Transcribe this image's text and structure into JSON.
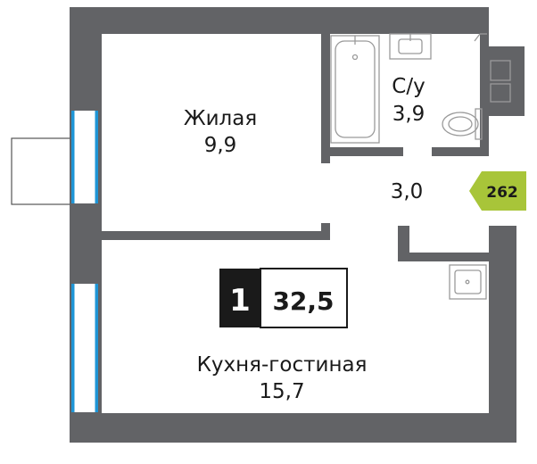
{
  "rooms": {
    "living": {
      "name": "Жилая",
      "area": "9,9"
    },
    "bathroom": {
      "name": "С/у",
      "area": "3,9"
    },
    "hall": {
      "area": "3,0"
    },
    "kitchen": {
      "name": "Кухня-гостиная",
      "area": "15,7"
    }
  },
  "summary": {
    "rooms_count": "1",
    "total_area": "32,5"
  },
  "badge": {
    "number": "262",
    "color": "#a8c539"
  },
  "colors": {
    "wall": "#626366",
    "window": "#1e95d6",
    "fixture": "#9a9a9a"
  }
}
